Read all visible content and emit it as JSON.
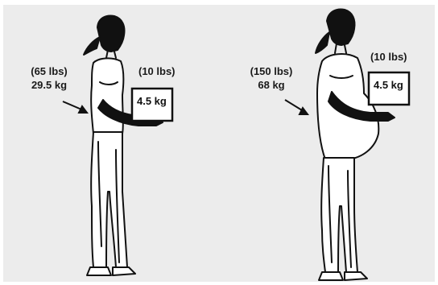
{
  "left_figure": {
    "body_weight_lbs": "(65 lbs)",
    "body_weight_kg": "29.5 kg",
    "load_lbs": "(10 lbs)",
    "load_kg": "4.5 kg"
  },
  "right_figure": {
    "body_weight_lbs": "(150 lbs)",
    "body_weight_kg": "68 kg",
    "load_lbs": "(10 lbs)",
    "load_kg": "4.5 kg"
  },
  "colors": {
    "background": "#ececec",
    "ink": "#111111"
  }
}
